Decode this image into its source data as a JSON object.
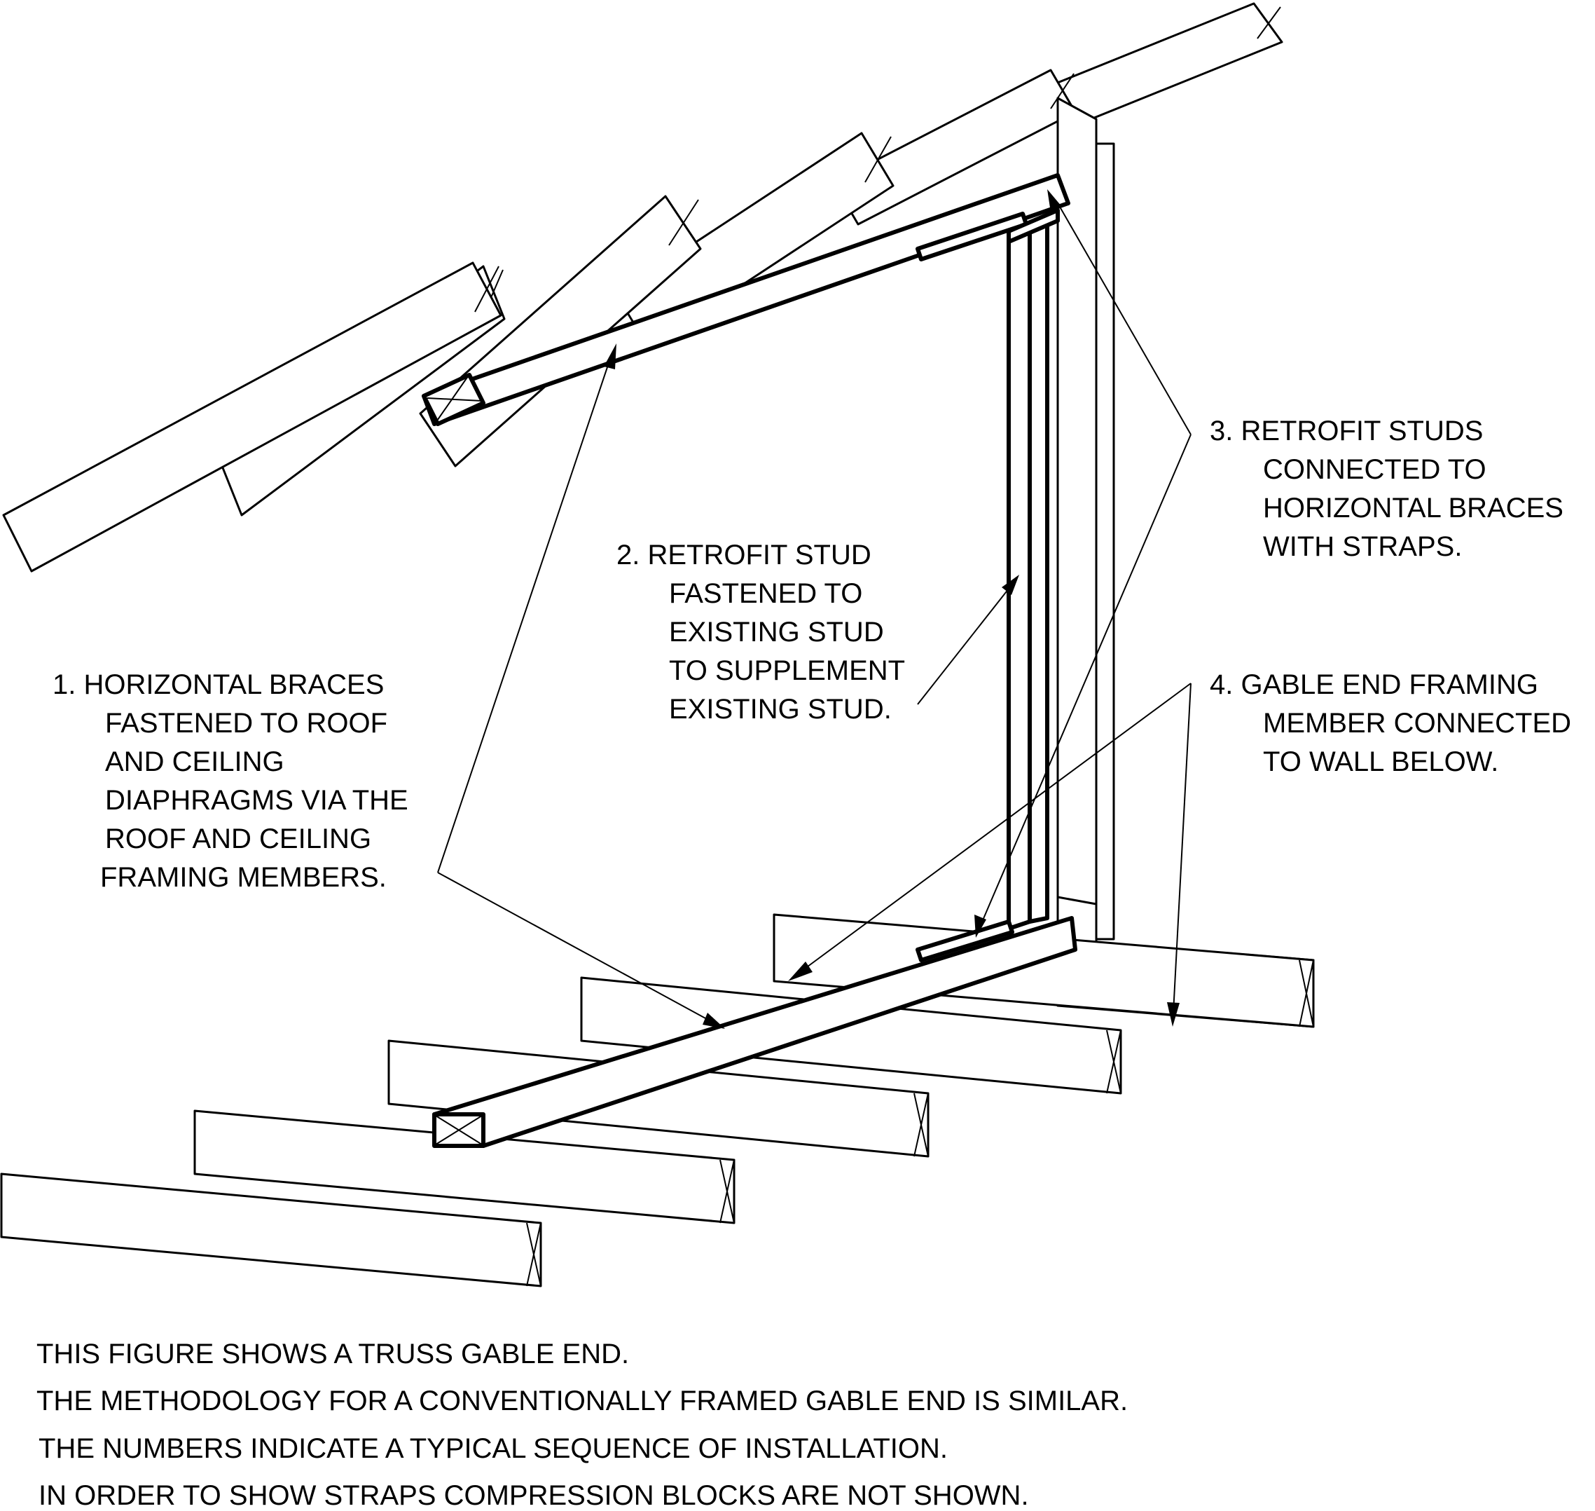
{
  "callouts": {
    "c1": [
      "1. HORIZONTAL BRACES",
      "FASTENED TO ROOF",
      "AND CEILING",
      "DIAPHRAGMS VIA THE",
      "ROOF AND CEILING",
      "FRAMING MEMBERS."
    ],
    "c2": [
      "2. RETROFIT STUD",
      "FASTENED TO",
      "EXISTING STUD",
      "TO SUPPLEMENT",
      "EXISTING STUD."
    ],
    "c3": [
      "3. RETROFIT STUDS",
      "CONNECTED TO",
      "HORIZONTAL BRACES",
      "WITH STRAPS."
    ],
    "c4": [
      "4. GABLE END FRAMING",
      "MEMBER CONNECTED",
      "TO WALL BELOW."
    ]
  },
  "notes": [
    "THIS FIGURE SHOWS A TRUSS GABLE END.",
    "THE METHODOLOGY FOR A CONVENTIONALLY FRAMED GABLE END IS SIMILAR.",
    "THE NUMBERS INDICATE A TYPICAL SEQUENCE OF INSTALLATION.",
    "IN ORDER TO SHOW STRAPS COMPRESSION BLOCKS ARE NOT SHOWN."
  ]
}
